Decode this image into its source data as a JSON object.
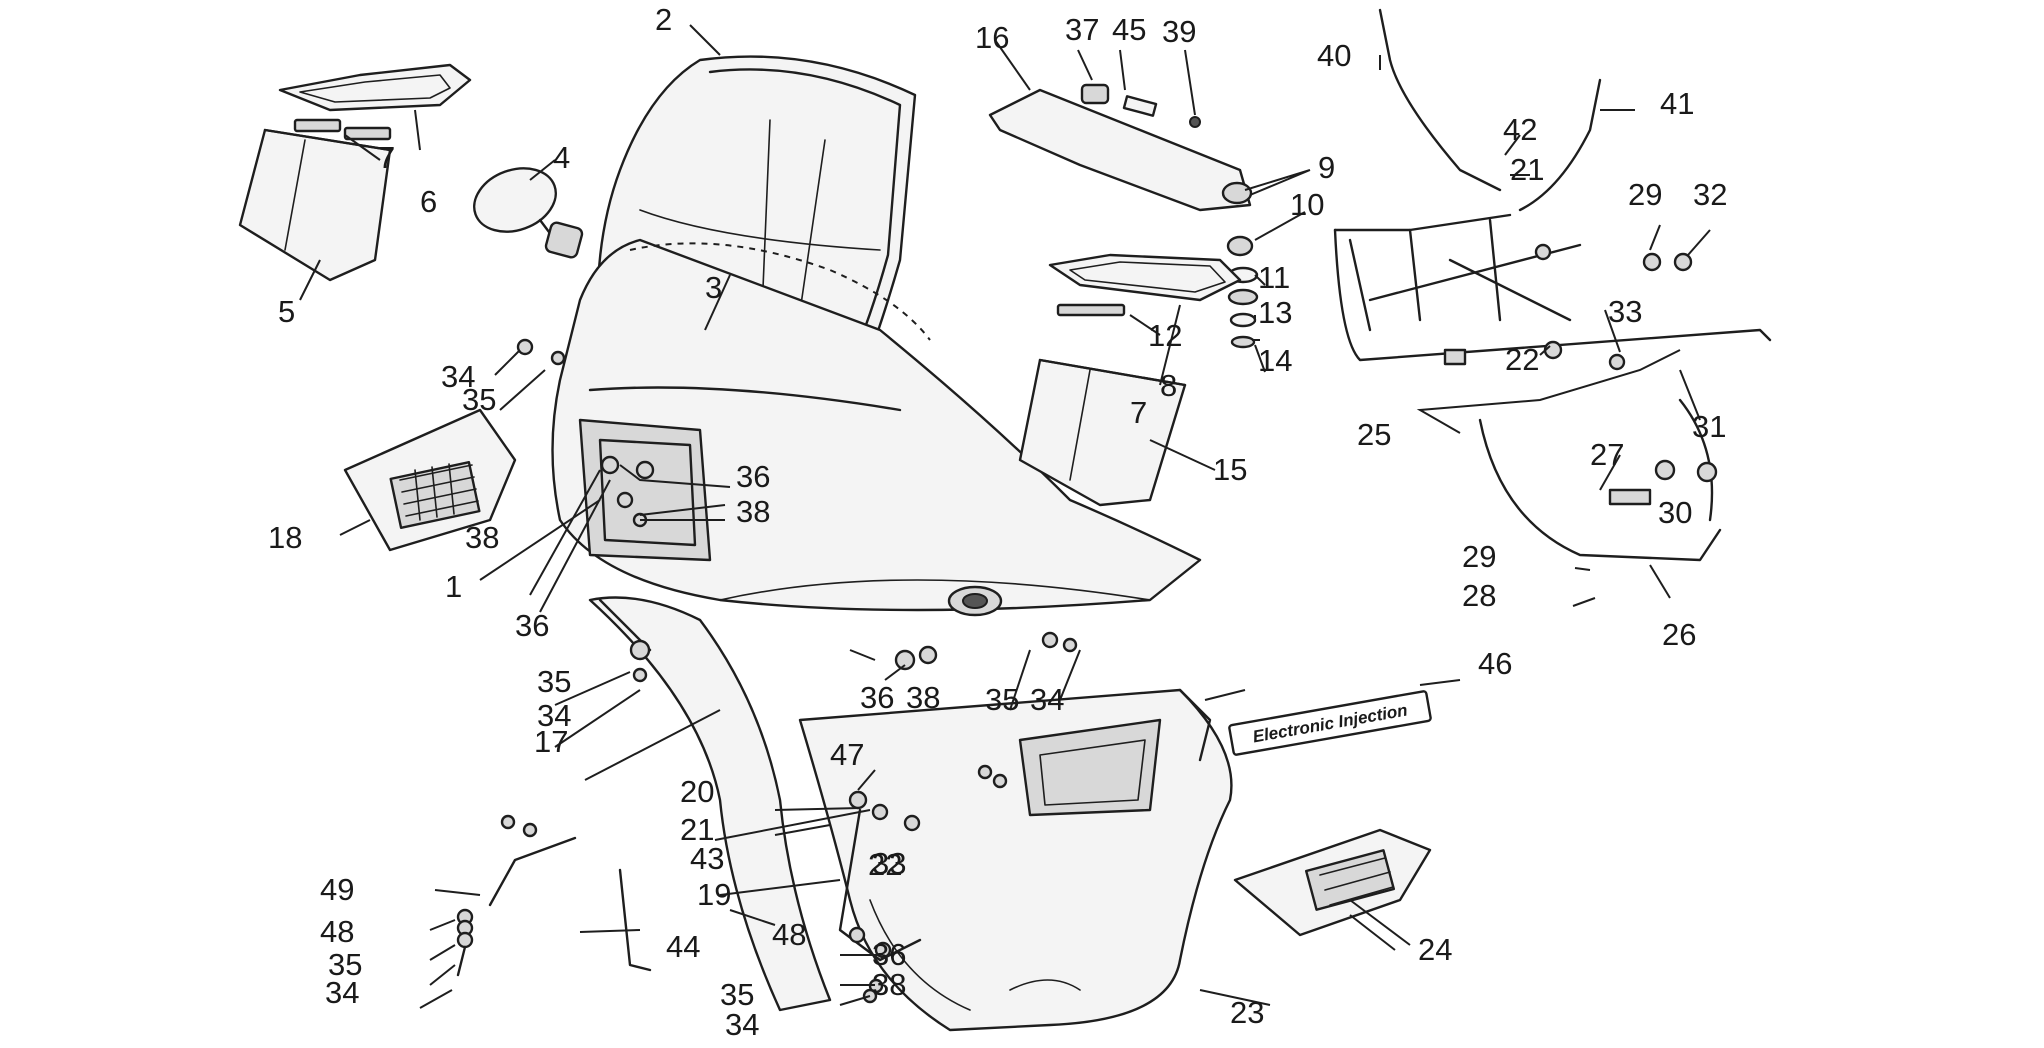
{
  "callout_numbers": [
    "1",
    "2",
    "3",
    "4",
    "5",
    "6",
    "7",
    "7",
    "8",
    "9",
    "10",
    "11",
    "12",
    "13",
    "14",
    "15",
    "16",
    "17",
    "18",
    "19",
    "20",
    "21",
    "21",
    "22",
    "22",
    "23",
    "24",
    "25",
    "26",
    "27",
    "28",
    "29",
    "29",
    "30",
    "31",
    "32",
    "33",
    "33",
    "34",
    "34",
    "34",
    "34",
    "34",
    "35",
    "35",
    "35",
    "35",
    "35",
    "36",
    "36",
    "36",
    "36",
    "37",
    "38",
    "38",
    "38",
    "38",
    "39",
    "40",
    "41",
    "42",
    "43",
    "44",
    "45",
    "46",
    "47",
    "48",
    "48",
    "49"
  ],
  "badge_text": "Electronic Injection"
}
